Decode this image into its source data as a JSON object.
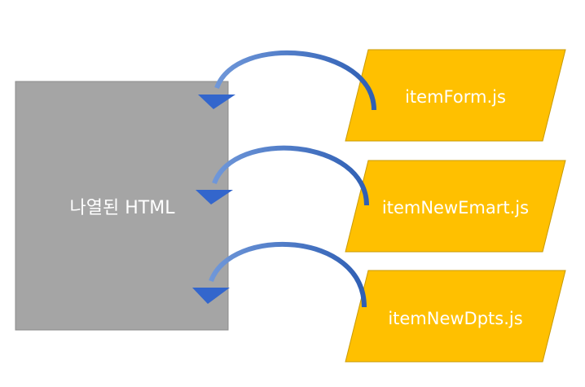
{
  "html_box": {
    "label": "나열된 HTML",
    "fill": "#a5a5a5",
    "stroke": "#8c8c8c"
  },
  "scripts": [
    {
      "label": "itemForm.js"
    },
    {
      "label": "itemNewEmart.js"
    },
    {
      "label": "itemNewDpts.js"
    }
  ],
  "colors": {
    "script_fill": "#ffc000",
    "script_stroke": "#c99a00",
    "arrow_light": "#6f97d9",
    "arrow_dark": "#2f5fb4",
    "arrow_head": "#3366cc"
  }
}
